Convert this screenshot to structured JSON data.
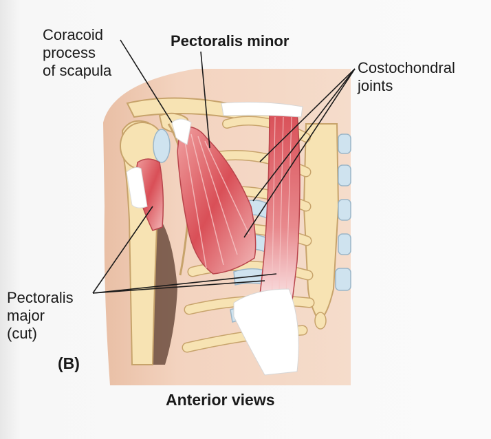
{
  "labels": {
    "coracoid": [
      "Coracoid",
      "process",
      "of scapula"
    ],
    "pectoralis_minor": "Pectoralis minor",
    "costochondral": [
      "Costochondral",
      "joints"
    ],
    "pectoralis_major": [
      "Pectoralis",
      "major",
      "(cut)"
    ],
    "panel": "(B)",
    "caption": "Anterior views"
  },
  "colors": {
    "skin": "#f3d3bf",
    "skin_shadow": "#e2b59c",
    "bone": "#f7e3b3",
    "bone_outline": "#c7a36b",
    "cartilage": "#cfe3ef",
    "muscle": "#d94f57",
    "tendon": "#ffffff",
    "leader_line": "#1a1a1a"
  }
}
